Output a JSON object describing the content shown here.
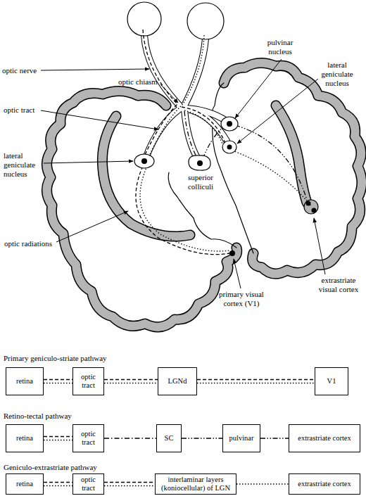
{
  "diagram": {
    "nodes": [
      {
        "text": [
          "retina"
        ]
      },
      {
        "text": [
          "optic tract"
        ]
      },
      {
        "text": [
          "LGNd"
        ]
      },
      {
        "text": [
          "V1"
        ]
      },
      {
        "text": [
          "retina"
        ]
      },
      {
        "text": [
          "optic tract"
        ]
      },
      {
        "text": [
          "SC"
        ]
      },
      {
        "text": [
          "pulvinar"
        ]
      },
      {
        "text": [
          "extrastriate cortex"
        ]
      },
      {
        "text": [
          "retina"
        ]
      },
      {
        "text": [
          "optic tract"
        ]
      },
      {
        "text": [
          "interlaminar layers (koniocellular) of LGN"
        ]
      },
      {
        "text": [
          "extrastriate cortex"
        ]
      }
    ],
    "edges": [
      {
        "from": 0,
        "to": 1,
        "arrow": "none"
      },
      {
        "from": 0,
        "to": 1,
        "arrow": "none"
      },
      {
        "from": 1,
        "to": 2,
        "arrow": "none"
      },
      {
        "from": 1,
        "to": 2,
        "arrow": "none"
      },
      {
        "from": 2,
        "to": 3,
        "arrow": "none"
      },
      {
        "from": 2,
        "to": 3,
        "arrow": "none"
      },
      {
        "from": 4,
        "to": 5,
        "arrow": "none"
      },
      {
        "from": 4,
        "to": 5,
        "arrow": "none"
      },
      {
        "from": 5,
        "to": 6,
        "arrow": "none"
      },
      {
        "from": 6,
        "to": 7,
        "arrow": "none"
      },
      {
        "from": 7,
        "to": 8,
        "arrow": "none"
      },
      {
        "from": 9,
        "to": 10,
        "arrow": "none"
      },
      {
        "from": 9,
        "to": 10,
        "arrow": "none"
      },
      {
        "from": 10,
        "to": 11,
        "arrow": "none"
      },
      {
        "from": 10,
        "to": 11,
        "arrow": "none"
      },
      {
        "from": 11,
        "to": 12,
        "arrow": "none"
      }
    ],
    "labels": [
      "pulvinar nucleus",
      "lateral geniculate nucleus",
      "optic nerve",
      "optic chiasm",
      "optic tract",
      "lateral geniculate nucleus",
      "superior colliculi",
      "optic radiations",
      "extrastriate visual cortex",
      "primary visual cortex (V1)",
      "Primary geniculo-striate pathway",
      "Retino-tectal pathway",
      "Geniculo-extrastriate pathway"
    ]
  }
}
